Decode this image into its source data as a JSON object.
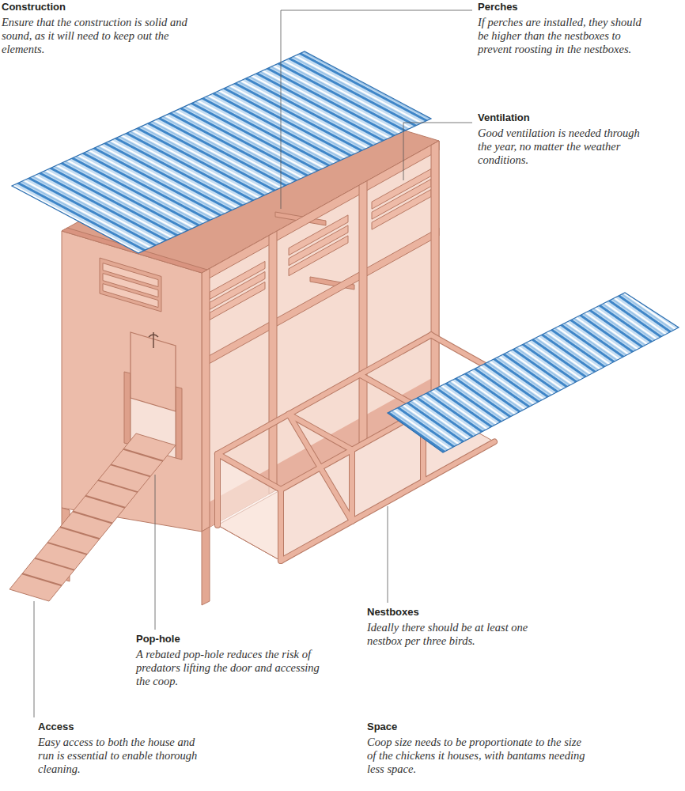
{
  "diagram": {
    "labels": [
      "Construction",
      "Ensure that the construction is solid and sound, as it will need to keep out the elements.",
      "Perches",
      "If perches are installed, they should be higher than the nestboxes to prevent roosting in the nestboxes.",
      "Ventilation",
      "Good ventilation is needed through the year, no matter the weather conditions.",
      "Nestboxes",
      "Ideally there should be at least one nestbox per three birds.",
      "Pop-hole",
      "A rebated pop-hole reduces the risk of predators lifting the door and accessing the coop.",
      "Access",
      "Easy access to both the house and run is essential to enable thorough cleaning.",
      "Space",
      "Coop size needs to be proportionate to the size of the chickens it houses, with bantams needing less space."
    ]
  }
}
